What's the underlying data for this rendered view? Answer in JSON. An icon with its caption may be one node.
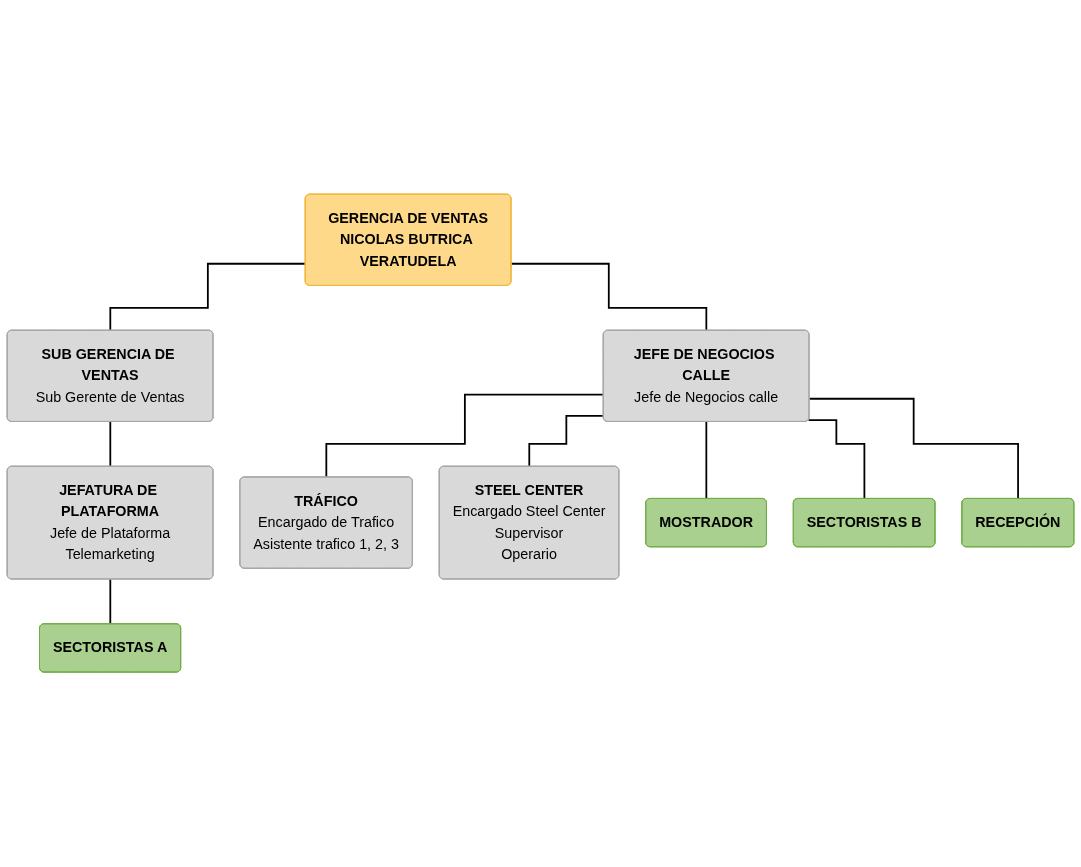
{
  "diagram": {
    "nodes": [
      {
        "text": [
          "GERENCIA DE VENTAS",
          "NICOLAS BUTRICA VERATUDELA"
        ]
      },
      {
        "text": [
          "SUB GERENCIA DE VENTAS",
          "Sub Gerente de Ventas"
        ]
      },
      {
        "text": [
          "JEFE DE NEGOCIOS CALLE",
          "Jefe de Negocios calle"
        ]
      },
      {
        "text": [
          "JEFATURA DE PLATAFORMA",
          "Jefe de Plataforma",
          "Telemarketing"
        ]
      },
      {
        "text": [
          "TRÁFICO",
          "Encargado de Trafico",
          "Asistente trafico 1, 2, 3"
        ]
      },
      {
        "text": [
          "STEEL CENTER",
          "Encargado Steel Center",
          "Supervisor",
          "Operario"
        ]
      },
      {
        "text": [
          "SECTORISTAS A"
        ]
      },
      {
        "text": [
          "MOSTRADOR"
        ]
      },
      {
        "text": [
          "SECTORISTAS B"
        ]
      },
      {
        "text": [
          "RECEPCIÓN"
        ]
      }
    ],
    "edges": [
      {
        "from": 0,
        "to": 1,
        "arrow": "none"
      },
      {
        "from": 0,
        "to": 2,
        "arrow": "none"
      },
      {
        "from": 1,
        "to": 3,
        "arrow": "none"
      },
      {
        "from": 3,
        "to": 6,
        "arrow": "none"
      },
      {
        "from": 2,
        "to": 4,
        "arrow": "none"
      },
      {
        "from": 2,
        "to": 5,
        "arrow": "none"
      },
      {
        "from": 2,
        "to": 7,
        "arrow": "none"
      },
      {
        "from": 2,
        "to": 8,
        "arrow": "none"
      },
      {
        "from": 2,
        "to": 9,
        "arrow": "none"
      }
    ]
  }
}
